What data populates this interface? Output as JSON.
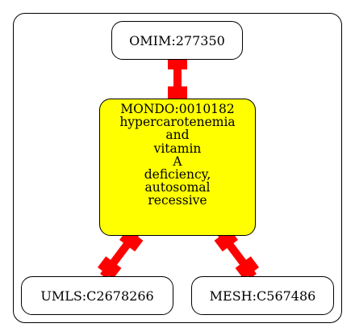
{
  "nodes": {
    "omim": {
      "label": "OMIM:277350"
    },
    "mondo": {
      "id": "MONDO:0010182",
      "name_lines": [
        "hypercarotenemia",
        "and",
        "vitamin",
        "A",
        "deficiency,",
        "autosomal",
        "recessive"
      ]
    },
    "umls": {
      "label": "UMLS:C2678266"
    },
    "mesh": {
      "label": "MESH:C567486"
    }
  },
  "colors": {
    "highlight_fill": "#ffff00",
    "edge": "#ff0000",
    "border": "#000000",
    "background": "#ffffff"
  }
}
